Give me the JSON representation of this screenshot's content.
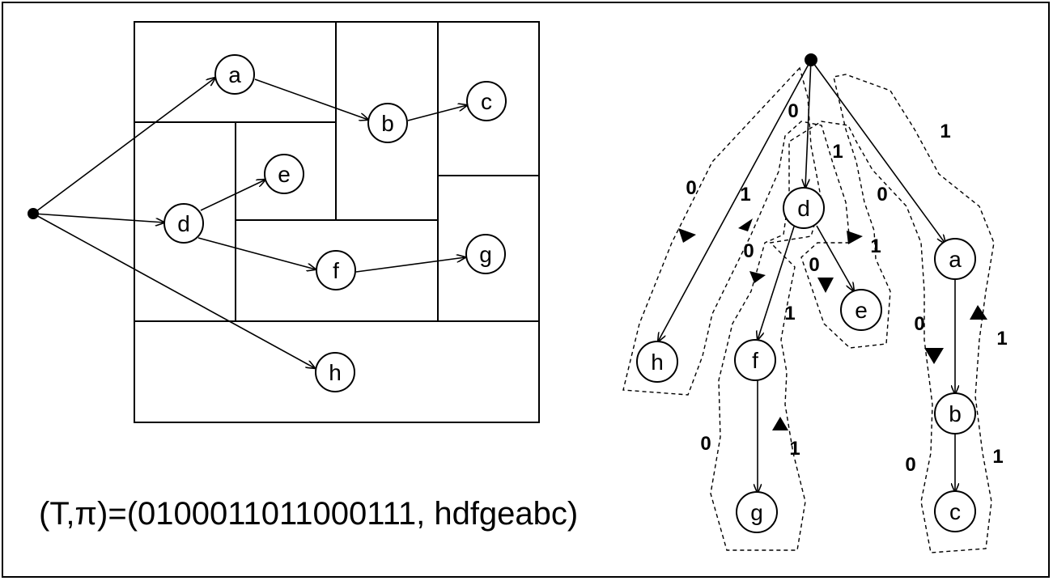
{
  "floorplan": {
    "source_label": "",
    "nodes": [
      "a",
      "b",
      "c",
      "d",
      "e",
      "f",
      "g",
      "h"
    ]
  },
  "tree": {
    "root_label": "",
    "nodes": [
      "d",
      "h",
      "f",
      "e",
      "a",
      "g",
      "b",
      "c"
    ],
    "edge_labels": {
      "root_h_0": "0",
      "root_h_1": "1",
      "root_d_0": "0",
      "root_d_1": "1",
      "root_a_0": "0",
      "root_a_1": "1",
      "d_f_0": "0",
      "d_f_1": "1",
      "d_e_0": "0",
      "d_e_1": "1",
      "f_g_0": "0",
      "f_g_1": "1",
      "a_b_0": "0",
      "a_b_1": "1",
      "b_c_0": "0",
      "b_c_1": "1"
    }
  },
  "formula": "(T,π)=(0100011011000111, hdfgeabc)",
  "colors": {
    "stroke": "#000000",
    "background": "#ffffff"
  }
}
